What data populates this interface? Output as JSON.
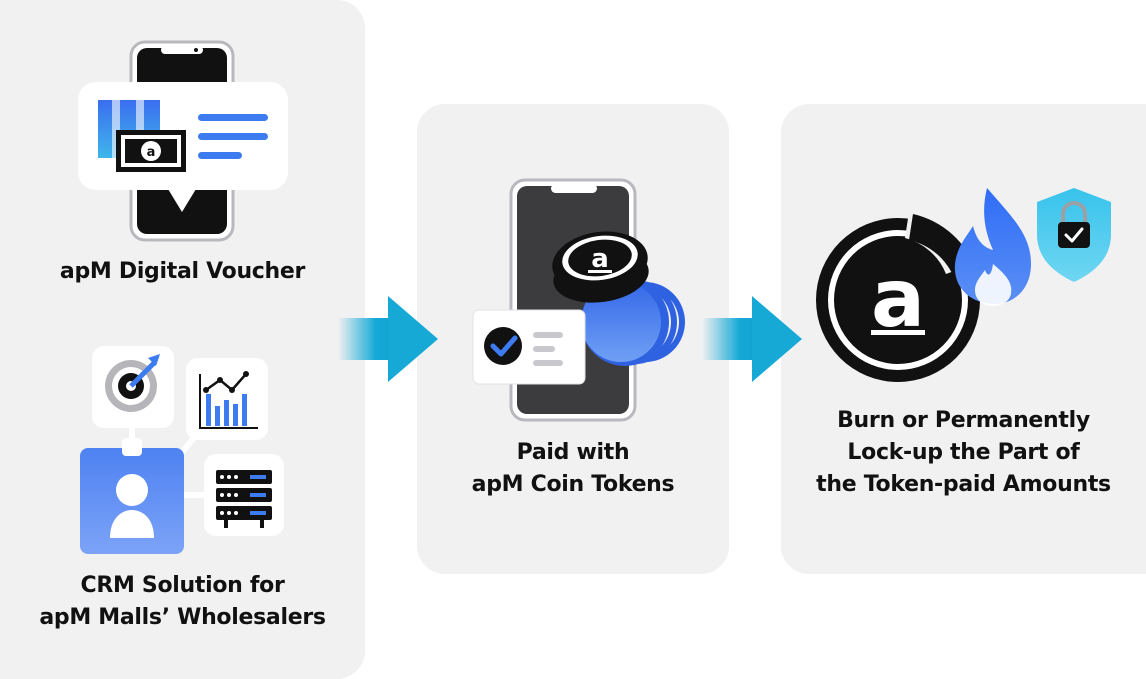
{
  "steps": [
    {
      "id": "voucher",
      "label_lines": [
        "apM Digital Voucher"
      ]
    },
    {
      "id": "crm",
      "label_lines": [
        "CRM Solution for",
        "apM Malls’ Wholesalers"
      ]
    },
    {
      "id": "paid",
      "label_lines": [
        "Paid with",
        "apM Coin Tokens"
      ]
    },
    {
      "id": "burn",
      "label_lines": [
        "Burn or Permanently",
        "Lock-up the Part of",
        "the Token-paid Amounts"
      ]
    }
  ],
  "coin_glyph": "a",
  "colors": {
    "panel": "#f1f1f2",
    "accent_blue": "#2f6df6",
    "arrow_cyan": "#16a9d6",
    "shield_cyan": "#44c8ec",
    "dark": "#111111"
  },
  "icons": [
    "phone-icon",
    "voucher-icon",
    "target-icon",
    "bar-chart-icon",
    "server-icon",
    "id-badge-icon",
    "coin-icon",
    "checkmark-icon",
    "flame-icon",
    "shield-lock-icon",
    "arrow-right-icon"
  ]
}
